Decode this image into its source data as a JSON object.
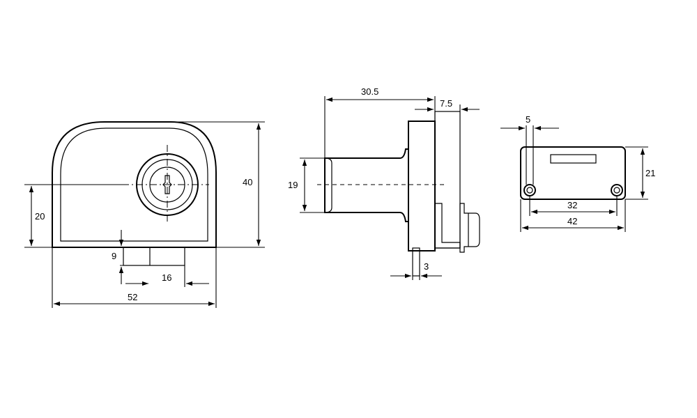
{
  "views": {
    "front": {
      "dimensions": {
        "height": "40",
        "center_height": "20",
        "width": "52",
        "tab_height": "9",
        "tab_width": "16"
      }
    },
    "side": {
      "dimensions": {
        "cylinder_length": "30.5",
        "flange": "7.5",
        "cylinder_diameter": "19",
        "plate": "3"
      }
    },
    "bottom": {
      "dimensions": {
        "hole": "5",
        "height": "21",
        "hole_spacing": "32",
        "width": "42"
      }
    }
  }
}
